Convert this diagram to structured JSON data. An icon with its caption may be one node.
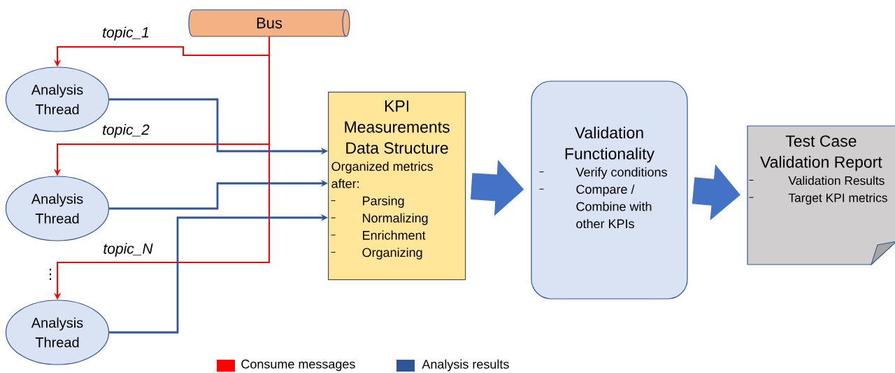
{
  "diagram": {
    "nodes": [
      {
        "text": [
          "Bus"
        ]
      },
      {
        "text": [
          "Analysis Thread"
        ]
      },
      {
        "text": [
          "Analysis Thread"
        ]
      },
      {
        "text": [
          "Analysis Thread"
        ]
      },
      {
        "text": [
          "KPI Measurements Data Structure",
          "Organized metrics after:",
          "Parsing",
          "Normalizing",
          "Enrichment",
          "Organizing"
        ]
      },
      {
        "text": [
          "Validation Functionality",
          "Verify conditions",
          "Compare / Combine with other KPIs"
        ]
      },
      {
        "text": [
          "Test Case Validation Report",
          "Validation Results",
          "Target KPI metrics"
        ]
      }
    ],
    "edges": [
      {
        "from": 0,
        "to": 1,
        "arrow": "to",
        "label": "topic_1",
        "color": "#ff0000"
      },
      {
        "from": 0,
        "to": 2,
        "arrow": "to",
        "label": "topic_2",
        "color": "#ff0000"
      },
      {
        "from": 0,
        "to": 3,
        "arrow": "to",
        "label": "topic_N",
        "color": "#ff0000"
      },
      {
        "from": 1,
        "to": 4,
        "arrow": "to",
        "color": "#2f5597"
      },
      {
        "from": 2,
        "to": 4,
        "arrow": "to",
        "color": "#2f5597"
      },
      {
        "from": 3,
        "to": 4,
        "arrow": "to",
        "color": "#2f5597"
      },
      {
        "from": 4,
        "to": 5,
        "arrow": "to",
        "style": "thick",
        "color": "#4472c4"
      },
      {
        "from": 5,
        "to": 6,
        "arrow": "to",
        "style": "thick",
        "color": "#4472c4"
      }
    ],
    "labels": [
      "⋮"
    ],
    "legend": [
      {
        "text": "Consume messages",
        "color": "#ff0000"
      },
      {
        "text": "Analysis results",
        "color": "#2f5597"
      }
    ]
  }
}
